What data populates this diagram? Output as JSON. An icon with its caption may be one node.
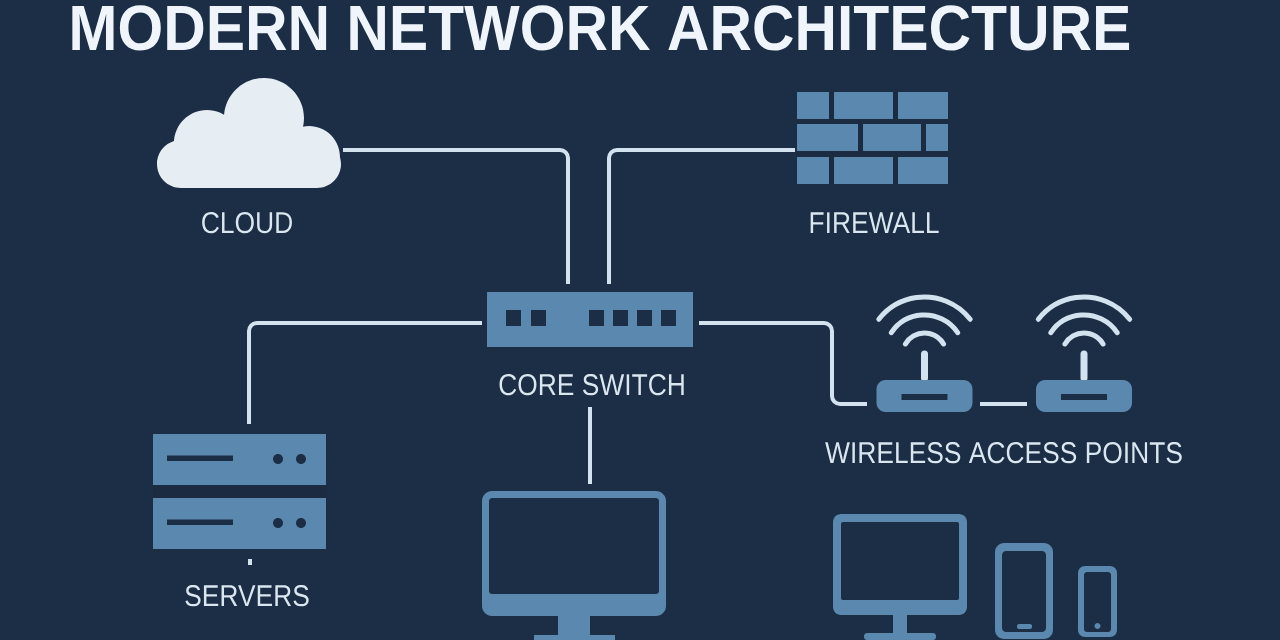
{
  "diagram": {
    "title": "MODERN NETWORK ARCHITECTURE",
    "nodes": [
      {
        "text": [
          "CLOUD"
        ]
      },
      {
        "text": [
          "FIREWALL"
        ]
      },
      {
        "text": [
          "CORE SWITCH"
        ]
      },
      {
        "text": [],
        "shape": "picture"
      },
      {
        "text": [],
        "shape": "picture"
      },
      {
        "text": [
          "SERVERS"
        ]
      },
      {
        "text": [],
        "shape": "picture"
      },
      {
        "text": [],
        "shape": "picture"
      },
      {
        "text": [],
        "shape": "picture"
      },
      {
        "text": [],
        "shape": "picture"
      }
    ],
    "edges": [
      {
        "from": 0,
        "to": 2,
        "arrow": "none"
      },
      {
        "from": 1,
        "to": 2,
        "arrow": "none"
      },
      {
        "from": 2,
        "to": 5,
        "arrow": "none"
      },
      {
        "from": 2,
        "to": 3,
        "arrow": "none"
      },
      {
        "from": 3,
        "to": 4,
        "arrow": "none"
      },
      {
        "from": 2,
        "to": 6,
        "arrow": "none"
      }
    ],
    "labels": [
      "WIRELESS ACCESS POINTS"
    ]
  }
}
